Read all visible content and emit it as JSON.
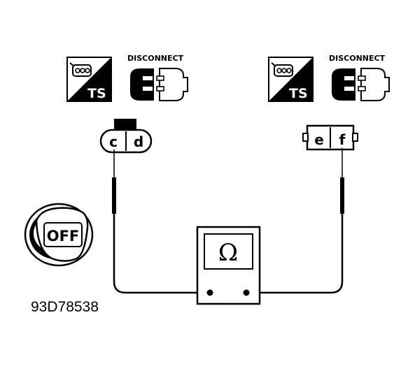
{
  "left_group": {
    "ts_label": "TS",
    "action_label": "DISCONNECT",
    "connector": {
      "pin_1": "c",
      "pin_2": "d"
    }
  },
  "right_group": {
    "ts_label": "TS",
    "action_label": "DISCONNECT",
    "connector": {
      "pin_1": "e",
      "pin_2": "f"
    }
  },
  "ignition": {
    "key_label": "OFF"
  },
  "meter": {
    "symbol": "Ω"
  },
  "figure_id": "93D78538"
}
